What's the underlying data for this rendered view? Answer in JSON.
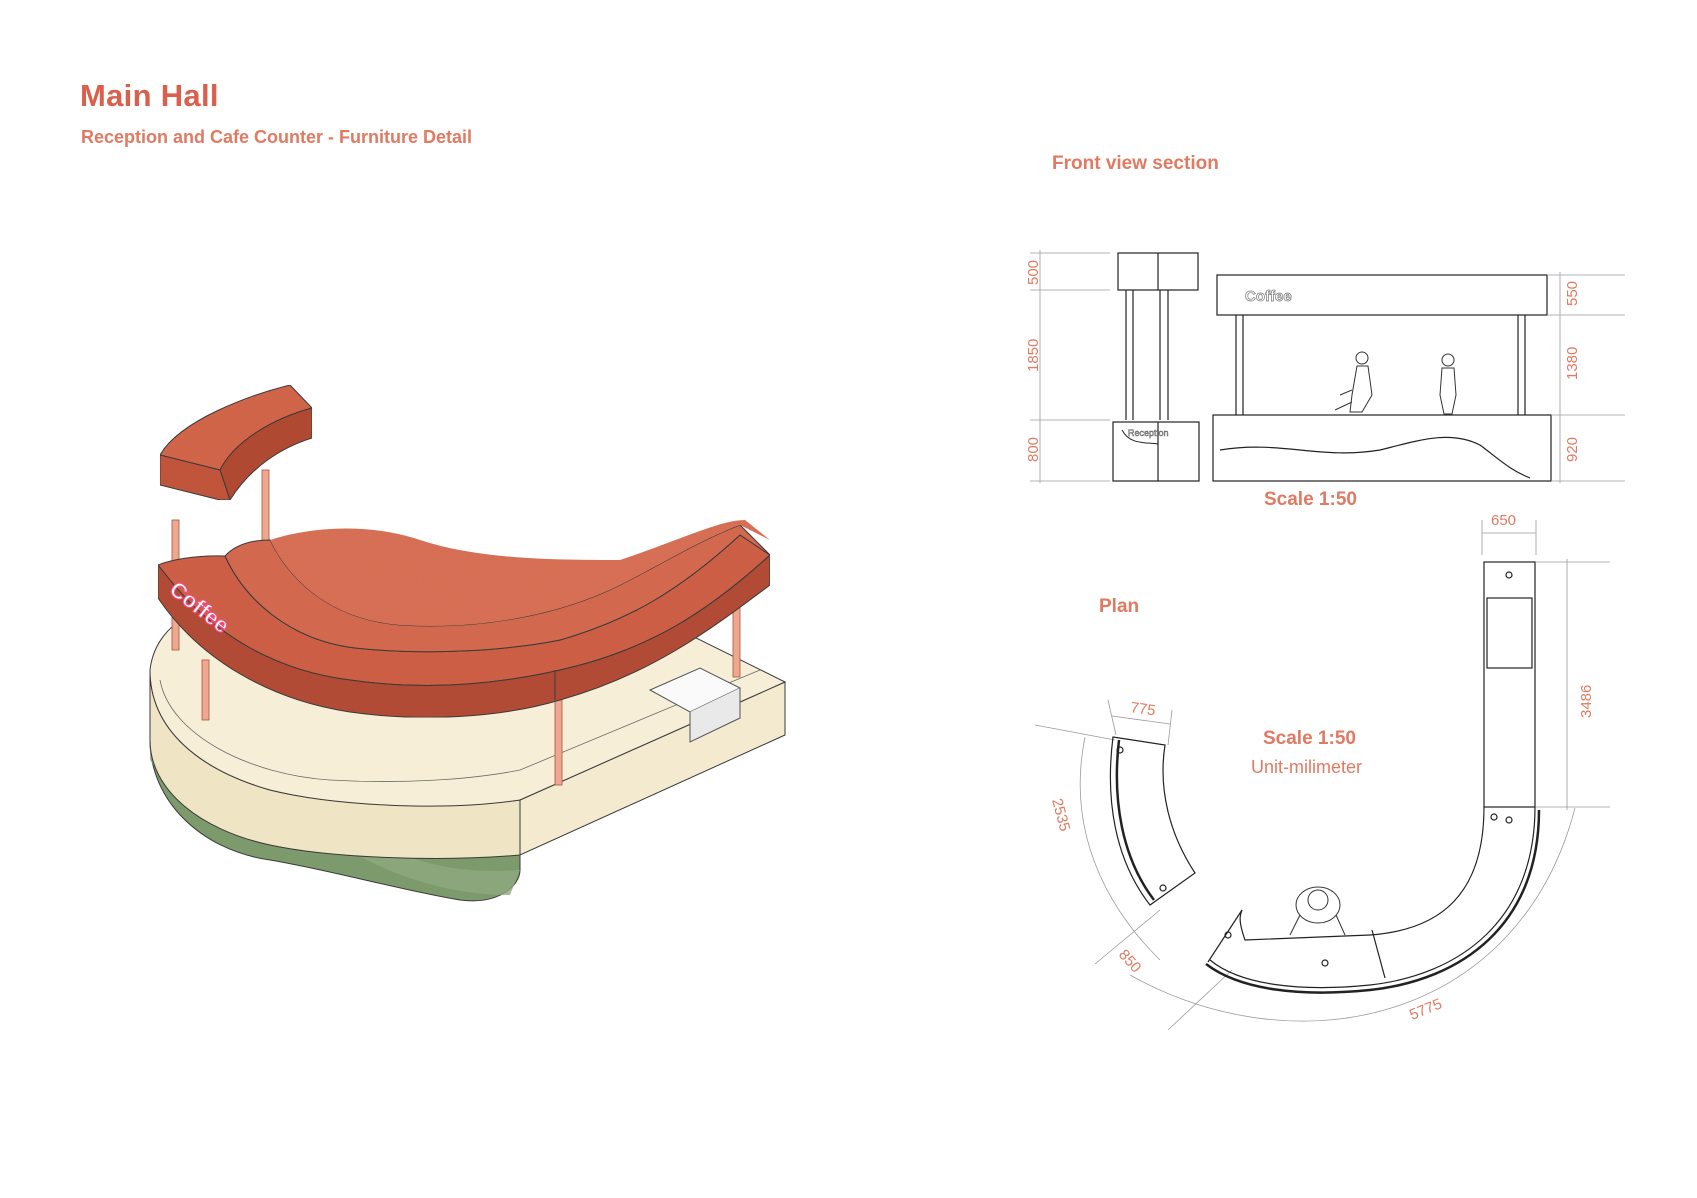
{
  "title": "Main Hall",
  "subtitle": "Reception and Cafe Counter - Furniture Detail",
  "sign_text": "Coffee",
  "front_view": {
    "heading": "Front view section",
    "scale": "Scale 1:50",
    "side_label": "Reception",
    "left_dims": [
      "500",
      "1850",
      "800"
    ],
    "right_dims": [
      "550",
      "1380",
      "920"
    ]
  },
  "plan": {
    "heading": "Plan",
    "scale": "Scale 1:50",
    "unit": "Unit-milimeter",
    "dims": {
      "top_width": "650",
      "right_length": "3486",
      "left_width": "775",
      "left_arc": "2535",
      "gap": "850",
      "outer_arc": "5775"
    }
  },
  "colors": {
    "accent": "#e07a62",
    "canopy": "#c9593f",
    "counter": "#f1e8c8",
    "base": "#7d9a6d"
  }
}
